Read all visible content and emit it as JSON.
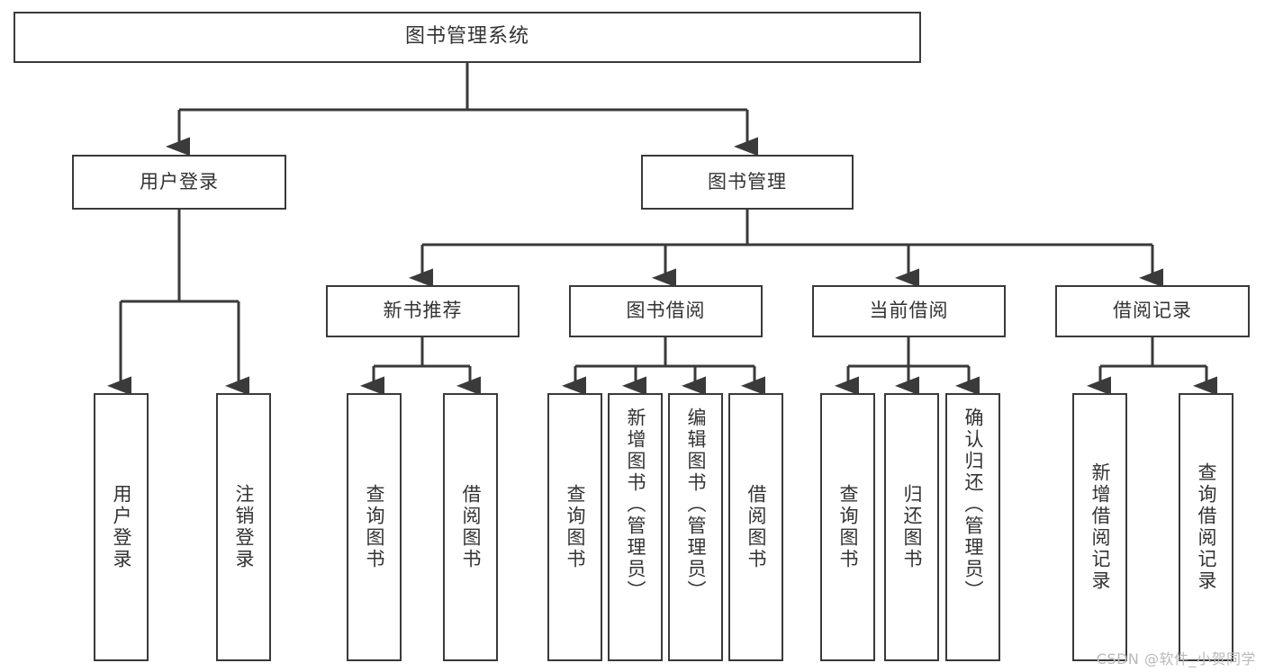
{
  "diagram": {
    "title": "图书管理系统",
    "type": "tree",
    "watermark": "CSDN @软件_小贺同学",
    "colors": {
      "background": "#ffffff",
      "border": "#3a3a3a",
      "text": "#333333",
      "edge": "#3a3a3a",
      "watermark": "#b9b9b9"
    },
    "nodes": {
      "root": {
        "label": "图书管理系统"
      },
      "level1": [
        {
          "id": "user-login",
          "label": "用户登录"
        },
        {
          "id": "book-manage",
          "label": "图书管理"
        }
      ],
      "level2": [
        {
          "id": "new-book-rec",
          "label": "新书推荐"
        },
        {
          "id": "book-borrow",
          "label": "图书借阅"
        },
        {
          "id": "current-borrow",
          "label": "当前借阅"
        },
        {
          "id": "borrow-record",
          "label": "借阅记录"
        }
      ],
      "leaves": {
        "user-login": [
          {
            "id": "leaf-user-login",
            "label": "用户登录"
          },
          {
            "id": "leaf-logout",
            "label": "注销登录"
          }
        ],
        "new-book-rec": [
          {
            "id": "leaf-query-book-1",
            "label": "查询图书"
          },
          {
            "id": "leaf-borrow-book-1",
            "label": "借阅图书"
          }
        ],
        "book-borrow": [
          {
            "id": "leaf-query-book-2",
            "label": "查询图书"
          },
          {
            "id": "leaf-add-book",
            "label": "新增图书（管理员）"
          },
          {
            "id": "leaf-edit-book",
            "label": "编辑图书（管理员）"
          },
          {
            "id": "leaf-borrow-book-2",
            "label": "借阅图书"
          }
        ],
        "current-borrow": [
          {
            "id": "leaf-query-book-3",
            "label": "查询图书"
          },
          {
            "id": "leaf-return-book",
            "label": "归还图书"
          },
          {
            "id": "leaf-confirm-return",
            "label": "确认归还（管理员）"
          }
        ],
        "borrow-record": [
          {
            "id": "leaf-add-record",
            "label": "新增借阅记录"
          },
          {
            "id": "leaf-query-record",
            "label": "查询借阅记录"
          }
        ]
      }
    }
  }
}
